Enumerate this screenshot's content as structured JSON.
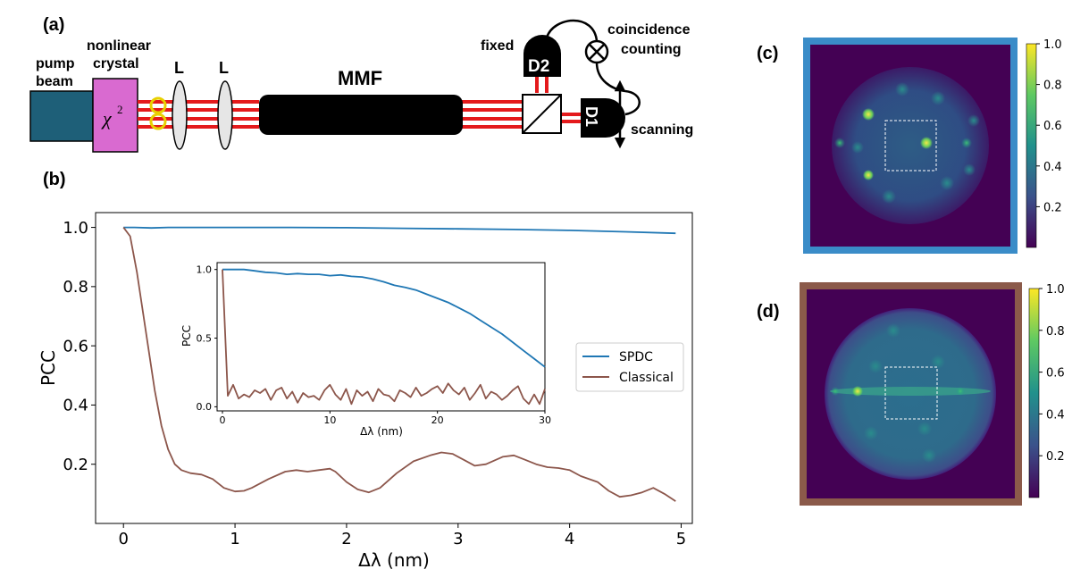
{
  "panels": {
    "a": {
      "tag": "(a)",
      "pump_label_1": "pump",
      "pump_label_2": "beam",
      "crystal_label_1": "nonlinear",
      "crystal_label_2": "crystal",
      "chi_symbol": "χ",
      "chi_exp": "2",
      "lens_1": "L",
      "lens_2": "L",
      "fiber_label": "MMF",
      "fixed_label": "fixed",
      "d2_label": "D2",
      "d1_label": "D1",
      "coincidence_1": "coincidence",
      "coincidence_2": "counting",
      "scanning_label": "scanning",
      "colors": {
        "pump": "#1e5f78",
        "crystal": "#d96ad0",
        "beam": "#e41a1c",
        "fiber": "#000000",
        "loop": "#e8d000"
      }
    },
    "b": {
      "tag": "(b)"
    },
    "c": {
      "tag": "(c)",
      "frame_color": "#3a8cc8",
      "colorbar_ticks": [
        "0.2",
        "0.4",
        "0.6",
        "0.8",
        "1.0"
      ]
    },
    "d": {
      "tag": "(d)",
      "frame_color": "#8b5a4a",
      "colorbar_ticks": [
        "0.2",
        "0.4",
        "0.6",
        "0.8",
        "1.0"
      ]
    }
  },
  "chart_data": [
    {
      "type": "line",
      "panel": "b",
      "xlabel": "Δλ (nm)",
      "ylabel": "PCC",
      "xlim": [
        -0.25,
        5.1
      ],
      "ylim": [
        0.0,
        1.05
      ],
      "xticks": [
        "0",
        "1",
        "2",
        "3",
        "4",
        "5"
      ],
      "yticks": [
        "0.2",
        "0.4",
        "0.6",
        "0.8",
        "1.0"
      ],
      "legend_position": "right",
      "series": [
        {
          "name": "SPDC",
          "color": "#1f77b4",
          "x": [
            0,
            0.1,
            0.25,
            0.4,
            0.6,
            1.0,
            1.5,
            2.0,
            2.5,
            3.0,
            3.5,
            4.0,
            4.5,
            4.95
          ],
          "y": [
            1.0,
            1.0,
            0.998,
            1.0,
            1.0,
            1.0,
            1.0,
            0.999,
            0.997,
            0.995,
            0.993,
            0.99,
            0.985,
            0.98
          ]
        },
        {
          "name": "Classical",
          "color": "#8c564b",
          "x": [
            0,
            0.06,
            0.12,
            0.2,
            0.28,
            0.34,
            0.4,
            0.46,
            0.52,
            0.6,
            0.7,
            0.8,
            0.9,
            1.0,
            1.08,
            1.15,
            1.3,
            1.45,
            1.55,
            1.65,
            1.75,
            1.85,
            1.9,
            2.0,
            2.1,
            2.2,
            2.3,
            2.45,
            2.6,
            2.75,
            2.85,
            2.95,
            3.05,
            3.15,
            3.25,
            3.4,
            3.5,
            3.6,
            3.7,
            3.8,
            3.9,
            4.0,
            4.1,
            4.25,
            4.35,
            4.45,
            4.55,
            4.65,
            4.75,
            4.85,
            4.95
          ],
          "y": [
            1.0,
            0.97,
            0.85,
            0.65,
            0.45,
            0.33,
            0.25,
            0.2,
            0.18,
            0.17,
            0.165,
            0.15,
            0.12,
            0.108,
            0.11,
            0.12,
            0.15,
            0.175,
            0.18,
            0.175,
            0.18,
            0.185,
            0.175,
            0.14,
            0.115,
            0.105,
            0.12,
            0.17,
            0.21,
            0.23,
            0.24,
            0.235,
            0.215,
            0.195,
            0.2,
            0.225,
            0.23,
            0.215,
            0.2,
            0.19,
            0.187,
            0.18,
            0.16,
            0.14,
            0.11,
            0.09,
            0.095,
            0.105,
            0.12,
            0.1,
            0.075
          ]
        }
      ]
    },
    {
      "type": "line",
      "panel": "b-inset",
      "xlabel": "Δλ (nm)",
      "ylabel": "PCC",
      "xlim": [
        -0.5,
        30
      ],
      "ylim": [
        -0.03,
        1.05
      ],
      "xticks": [
        "0",
        "10",
        "20",
        "30"
      ],
      "yticks": [
        "0.0",
        "0.5",
        "1.0"
      ],
      "series": [
        {
          "name": "SPDC",
          "color": "#1f77b4",
          "x": [
            0,
            1,
            2,
            3,
            4,
            5,
            6,
            7,
            8,
            9,
            10,
            11,
            12,
            13,
            14,
            15,
            16,
            17,
            18,
            19,
            20,
            21,
            22,
            23,
            24,
            25,
            26,
            27,
            28,
            29,
            30
          ],
          "y": [
            1.0,
            1.0,
            1.0,
            0.99,
            0.98,
            0.975,
            0.965,
            0.97,
            0.965,
            0.965,
            0.955,
            0.96,
            0.95,
            0.945,
            0.93,
            0.91,
            0.885,
            0.87,
            0.85,
            0.82,
            0.79,
            0.76,
            0.72,
            0.68,
            0.63,
            0.58,
            0.53,
            0.47,
            0.41,
            0.35,
            0.29
          ]
        },
        {
          "name": "Classical",
          "color": "#8c564b",
          "x": [
            0,
            0.5,
            1,
            1.5,
            2,
            2.5,
            3,
            3.5,
            4,
            4.5,
            5,
            5.5,
            6,
            6.5,
            7,
            7.5,
            8,
            8.5,
            9,
            9.5,
            10,
            10.5,
            11,
            11.5,
            12,
            12.5,
            13,
            13.5,
            14,
            14.5,
            15,
            15.5,
            16,
            16.5,
            17,
            17.5,
            18,
            18.5,
            19,
            19.5,
            20,
            20.5,
            21,
            21.5,
            22,
            22.5,
            23,
            23.5,
            24,
            24.5,
            25,
            25.5,
            26,
            26.5,
            27,
            27.5,
            28,
            28.5,
            29,
            29.5,
            30
          ],
          "y": [
            1.0,
            0.08,
            0.16,
            0.06,
            0.09,
            0.07,
            0.12,
            0.1,
            0.13,
            0.05,
            0.12,
            0.14,
            0.06,
            0.11,
            0.03,
            0.1,
            0.07,
            0.08,
            0.05,
            0.12,
            0.16,
            0.09,
            0.05,
            0.13,
            0.02,
            0.12,
            0.08,
            0.11,
            0.04,
            0.13,
            0.09,
            0.08,
            0.04,
            0.12,
            0.1,
            0.07,
            0.14,
            0.08,
            0.1,
            0.13,
            0.15,
            0.1,
            0.17,
            0.12,
            0.09,
            0.14,
            0.05,
            0.1,
            0.16,
            0.06,
            0.11,
            0.09,
            0.05,
            0.08,
            0.12,
            0.15,
            0.06,
            0.02,
            0.09,
            0.02,
            0.13
          ]
        }
      ]
    }
  ]
}
